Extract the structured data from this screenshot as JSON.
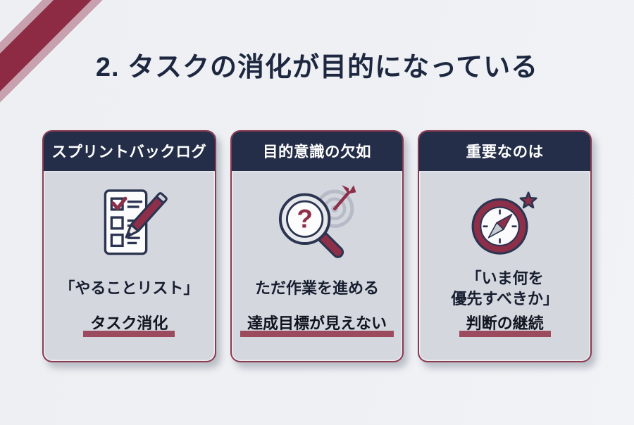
{
  "page": {
    "title": "2. タスクの消化が目的になっている"
  },
  "colors": {
    "background": "#eef0f4",
    "navy_header": "#242e48",
    "title_text": "#1d2840",
    "card_body": "#d4d7dd",
    "maroon_border": "#8a3a51",
    "maroon_accent": "#8e2f49",
    "underline_bar": "#9c4a5e",
    "ribbon_main": "#8d2b45",
    "ribbon_edge": "#c7a1ad"
  },
  "icons": {
    "question_mark_glyph": "?"
  },
  "cards": [
    {
      "header": "スプリントバックログ",
      "icon": "checklist-pen-icon",
      "main_lines": [
        "「やることリスト」"
      ],
      "highlight": "タスク消化"
    },
    {
      "header": "目的意識の欠如",
      "icon": "magnifier-target-icon",
      "main_lines": [
        "ただ作業を進める"
      ],
      "highlight": "達成目標が見えない"
    },
    {
      "header": "重要なのは",
      "icon": "compass-star-icon",
      "main_lines": [
        "「いま何を",
        "優先すべきか」"
      ],
      "highlight": "判断の継続"
    }
  ]
}
